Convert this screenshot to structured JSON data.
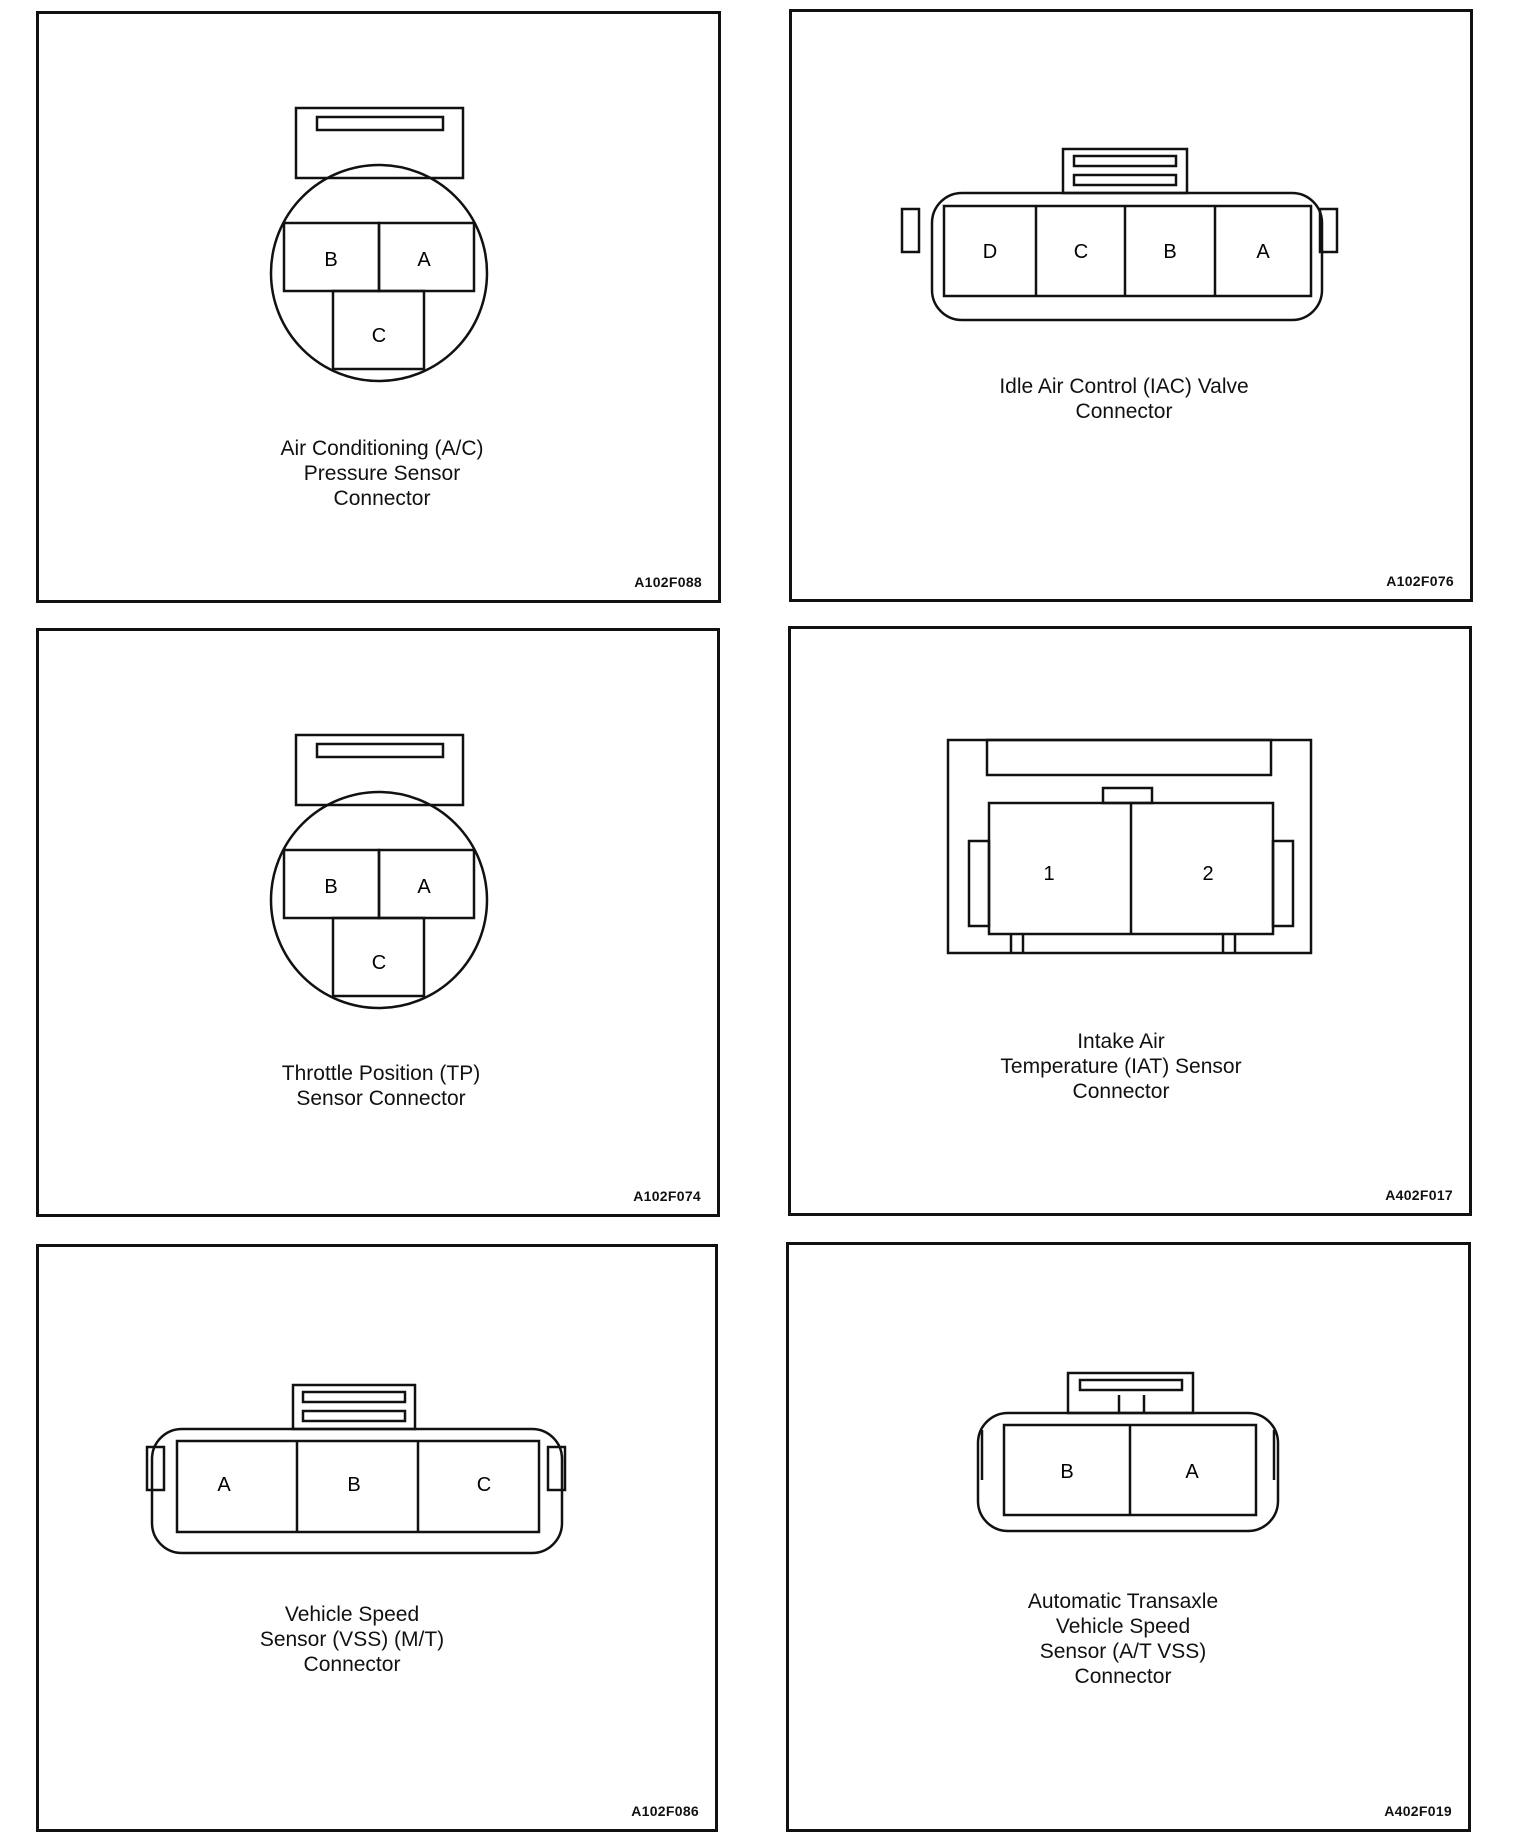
{
  "panels": [
    {
      "id": "ac-pressure-sensor",
      "caption": "Air Conditioning (A/C)\nPressure Sensor\nConnector",
      "code": "A102F088",
      "pins": [
        "B",
        "A",
        "C"
      ]
    },
    {
      "id": "iac-valve",
      "caption": "Idle Air Control (IAC) Valve\nConnector",
      "code": "A102F076",
      "pins": [
        "D",
        "C",
        "B",
        "A"
      ]
    },
    {
      "id": "tp-sensor",
      "caption": "Throttle Position (TP)\nSensor Connector",
      "code": "A102F074",
      "pins": [
        "B",
        "A",
        "C"
      ]
    },
    {
      "id": "iat-sensor",
      "caption": "Intake Air\nTemperature (IAT) Sensor\nConnector",
      "code": "A402F017",
      "pins": [
        "1",
        "2"
      ]
    },
    {
      "id": "vss-mt",
      "caption": "Vehicle Speed\nSensor (VSS) (M/T)\nConnector",
      "code": "A102F086",
      "pins": [
        "A",
        "B",
        "C"
      ]
    },
    {
      "id": "at-vss",
      "caption": "Automatic Transaxle\nVehicle Speed\nSensor (A/T VSS)\nConnector",
      "code": "A402F019",
      "pins": [
        "B",
        "A"
      ]
    }
  ]
}
